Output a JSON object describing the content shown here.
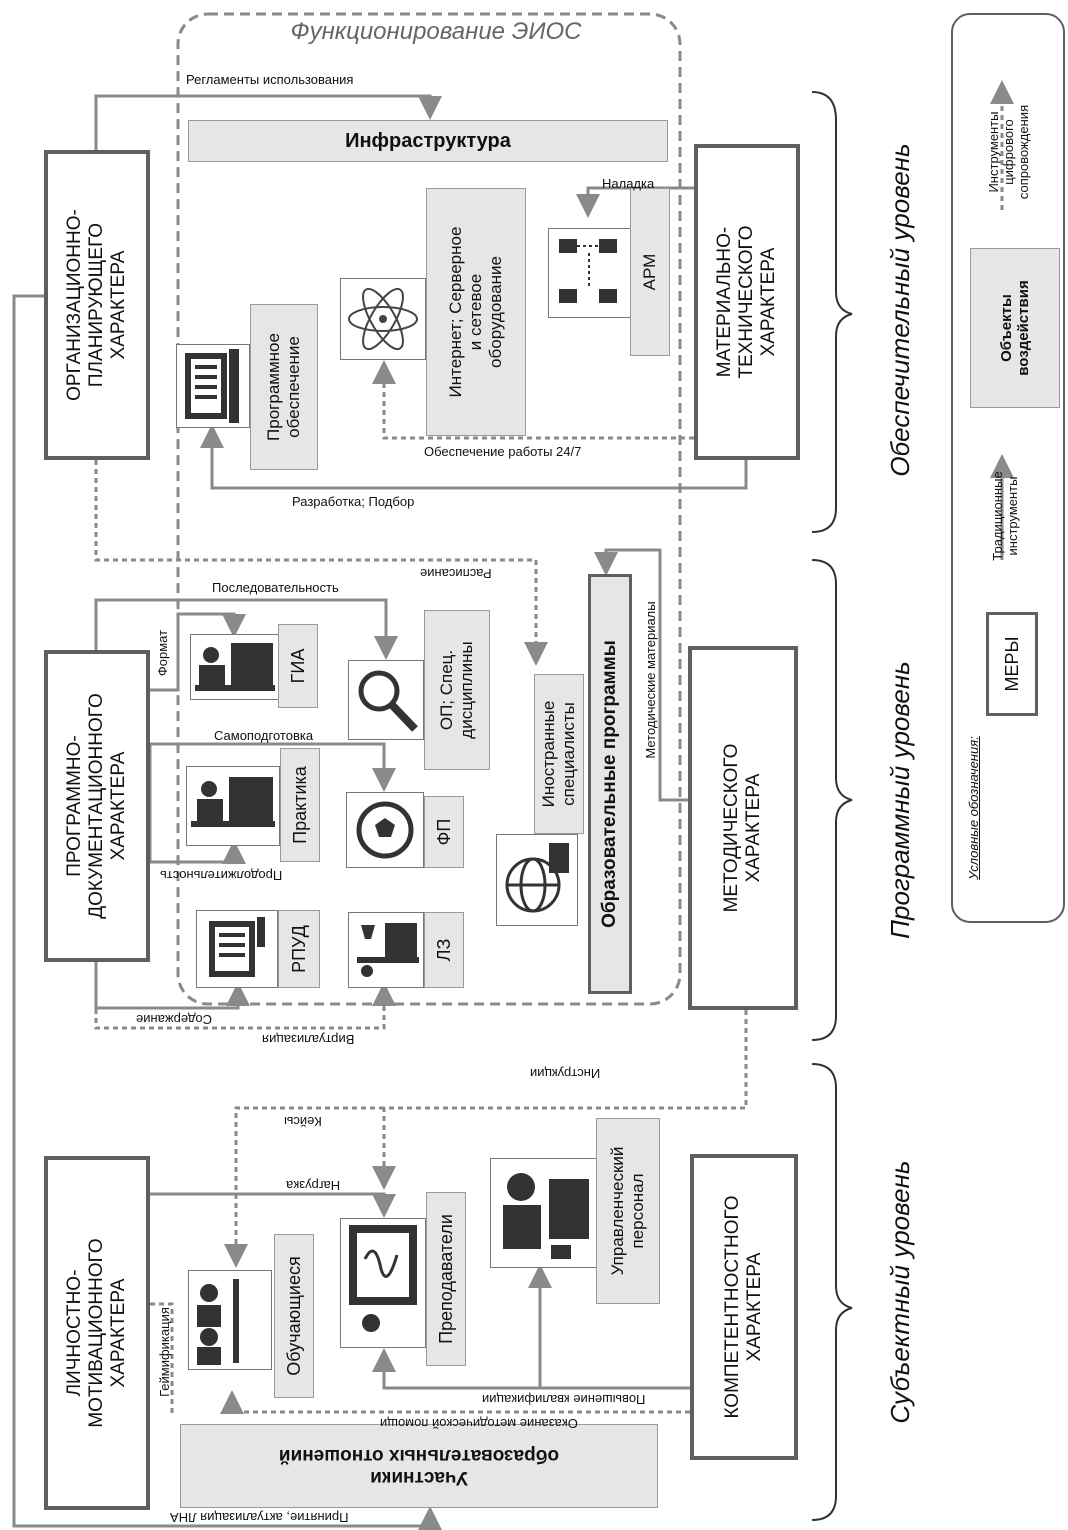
{
  "diagram": {
    "frame_title": "Функционирование ЭИОС",
    "levels": {
      "support": "Обеспечительный уровень",
      "program": "Программный уровень",
      "subject": "Субъектный уровень"
    },
    "measures": {
      "org": "ОРГАНИЗАЦИОННО-\nПЛАНИРУЮЩЕГО\nХАРАКТЕРА",
      "prog": "ПРОГРАММНО-\nДОКУМЕНТАЦИОННОГО\nХАРАКТЕРА",
      "pers": "ЛИЧНОСТНО-\nМОТИВАЦИОННОГО\nХАРАКТЕРА",
      "mat": "МАТЕРИАЛЬНО-\nТЕХНИЧЕСКОГО\nХАРАКТЕРА",
      "meth": "МЕТОДИЧЕСКОГО\nХАРАКТЕРА",
      "comp": "КОМПЕТЕНТНОСТНОГО\nХАРАКТЕРА"
    },
    "objects": {
      "infrastructure": "Инфраструктура",
      "software": "Программное\nобеспечение",
      "internet": "Интернет; Серверное\nи сетевое\nоборудование",
      "arm": "АРМ",
      "edu_programs": "Образовательные программы",
      "foreign": "Иностранные\nспециалисты",
      "gia": "ГИА",
      "op": "ОП; Спец.\nдисциплины",
      "practice": "Практика",
      "fp": "ФП",
      "rpud": "РПУД",
      "lz": "ЛЗ",
      "participants": "Участники\nобразовательных отношений",
      "students": "Обучающиеся",
      "teachers": "Преподаватели",
      "management": "Управленческий\nперсонал"
    },
    "flows": {
      "regulations": "Регламенты использования",
      "setup": "Наладка",
      "support247": "Обеспечение работы 24/7",
      "development": "Разработка; Подбор",
      "schedule": "Расписание",
      "sequence": "Последовательность",
      "format": "Формат",
      "self_prep": "Самоподготовка",
      "duration": "Продолжительность",
      "content": "Содержание",
      "virtualization": "Виртуализация",
      "method_materials": "Методические материалы",
      "instructions": "Инструкции",
      "cases": "Кейсы",
      "load": "Нагрузка",
      "gamification": "Геймификация",
      "qualification": "Повышение квалификации",
      "method_help": "Оказание методической помощи",
      "lna": "Принятие, актуализация ЛНА"
    },
    "legend": {
      "title": "Условные обозначения:",
      "measures": "МЕРЫ",
      "traditional": "Традиционные\nинструменты",
      "objects": "Объекты\nвоздействия",
      "digital": "Инструменты\nцифрового\nсопровождения"
    }
  },
  "colors": {
    "line": "#8a8a8a",
    "border": "#5f5f5f",
    "fill": "#e6e6e6"
  }
}
